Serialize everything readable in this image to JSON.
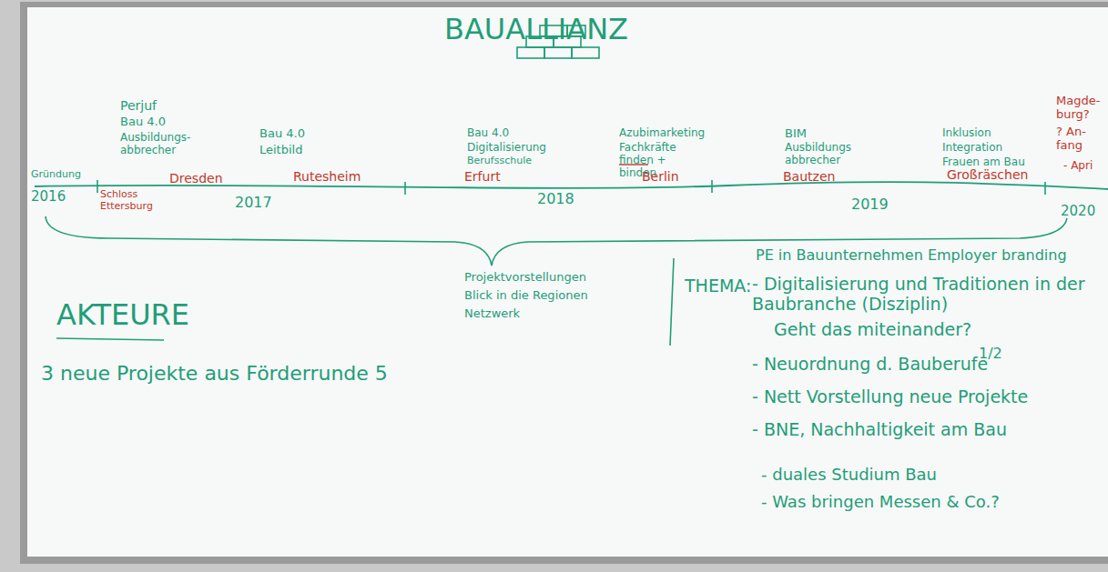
{
  "diagram": {
    "title": "BAUALLIANZ",
    "labels": [
      "Perjuf",
      "Bau 4.0",
      "Ausbildungs- abbrecher",
      "Bau 4.0",
      "Leitbild",
      "Bau 4.0",
      "Digitalisierung",
      "Berufsschule",
      "Azubimarketing",
      "Fachkräfte finden + binden",
      "BIM",
      "Ausbildungs abbrecher",
      "Inklusion",
      "Integration",
      "Frauen am Bau",
      "Magde- burg?",
      "? An- fang",
      "- Apri",
      "Gründung",
      "2016",
      "Schloss Ettersburg",
      "Dresden",
      "2017",
      "Rutesheim",
      "Erfurt",
      "2018",
      "Berlin",
      "Bautzen",
      "2019",
      "Großräschen",
      "2020",
      "Projektvorstellungen",
      "Blick in die Regionen",
      "Netzwerk",
      "AKTEURE",
      "3 neue Projekte aus Förderrunde 5",
      "PE in Bauunternehmen Employer branding",
      "THEMA:",
      "- Digitalisierung und Traditionen in der Baubranche (Disziplin)",
      "Geht das miteinander?",
      "- Neuordnung d. Bauberufe",
      "1/2",
      "- Nett Vorstellung neue Projekte",
      "- BNE, Nachhaltigkeit am Bau",
      "- duales Studium Bau",
      "- Was bringen Messen & Co.?"
    ]
  }
}
